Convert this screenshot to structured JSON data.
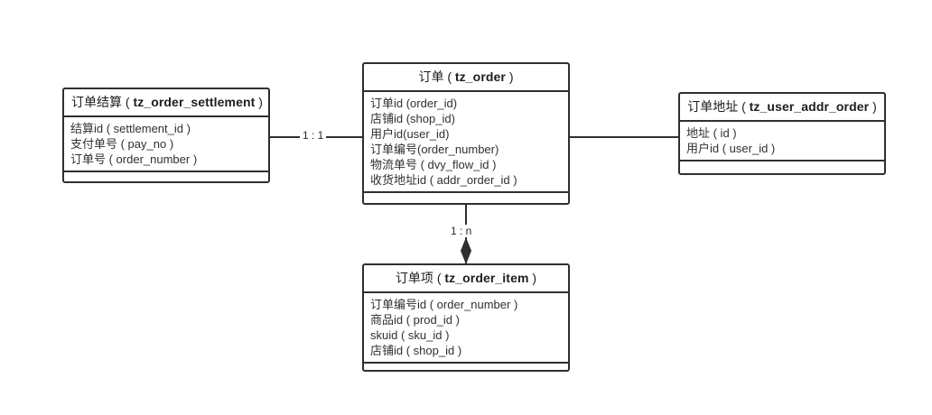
{
  "diagram": {
    "type": "er-diagram",
    "background": "#ffffff",
    "line_color": "#2f2f2f",
    "text_color": "#2b2b2b"
  },
  "entities": [
    {
      "id": "tz_order_settlement",
      "cn_name": "订单结算",
      "table_name": "tz_order_settlement",
      "attributes": [
        "结算id ( settlement_id )",
        "支付单号 ( pay_no )",
        "订单号 ( order_number )"
      ]
    },
    {
      "id": "tz_order",
      "cn_name": "订单",
      "table_name": "tz_order",
      "attributes": [
        "订单id (order_id)",
        "店铺id (shop_id)",
        "用户id(user_id)",
        "订单编号(order_number)",
        "物流单号 ( dvy_flow_id )",
        "收货地址id ( addr_order_id )"
      ]
    },
    {
      "id": "tz_user_addr_order",
      "cn_name": "订单地址",
      "table_name": "tz_user_addr_order",
      "attributes": [
        "地址 ( id )",
        "用户id ( user_id )"
      ]
    },
    {
      "id": "tz_order_item",
      "cn_name": "订单项",
      "table_name": "tz_order_item",
      "attributes": [
        "订单编号id ( order_number )",
        "商品id ( prod_id )",
        "skuid ( sku_id )",
        "店铺id ( shop_id )"
      ]
    }
  ],
  "relationships": [
    {
      "id": "settlement-order",
      "from": "tz_order_settlement",
      "to": "tz_order",
      "label": "1 : 1",
      "marker": "none"
    },
    {
      "id": "order-item",
      "from": "tz_order",
      "to": "tz_order_item",
      "label": "1 : n",
      "marker": "filled-diamond"
    },
    {
      "id": "order-address",
      "from": "tz_order",
      "to": "tz_user_addr_order",
      "label": "",
      "marker": "none"
    }
  ],
  "open_paren": " ( ",
  "close_paren": " ) "
}
